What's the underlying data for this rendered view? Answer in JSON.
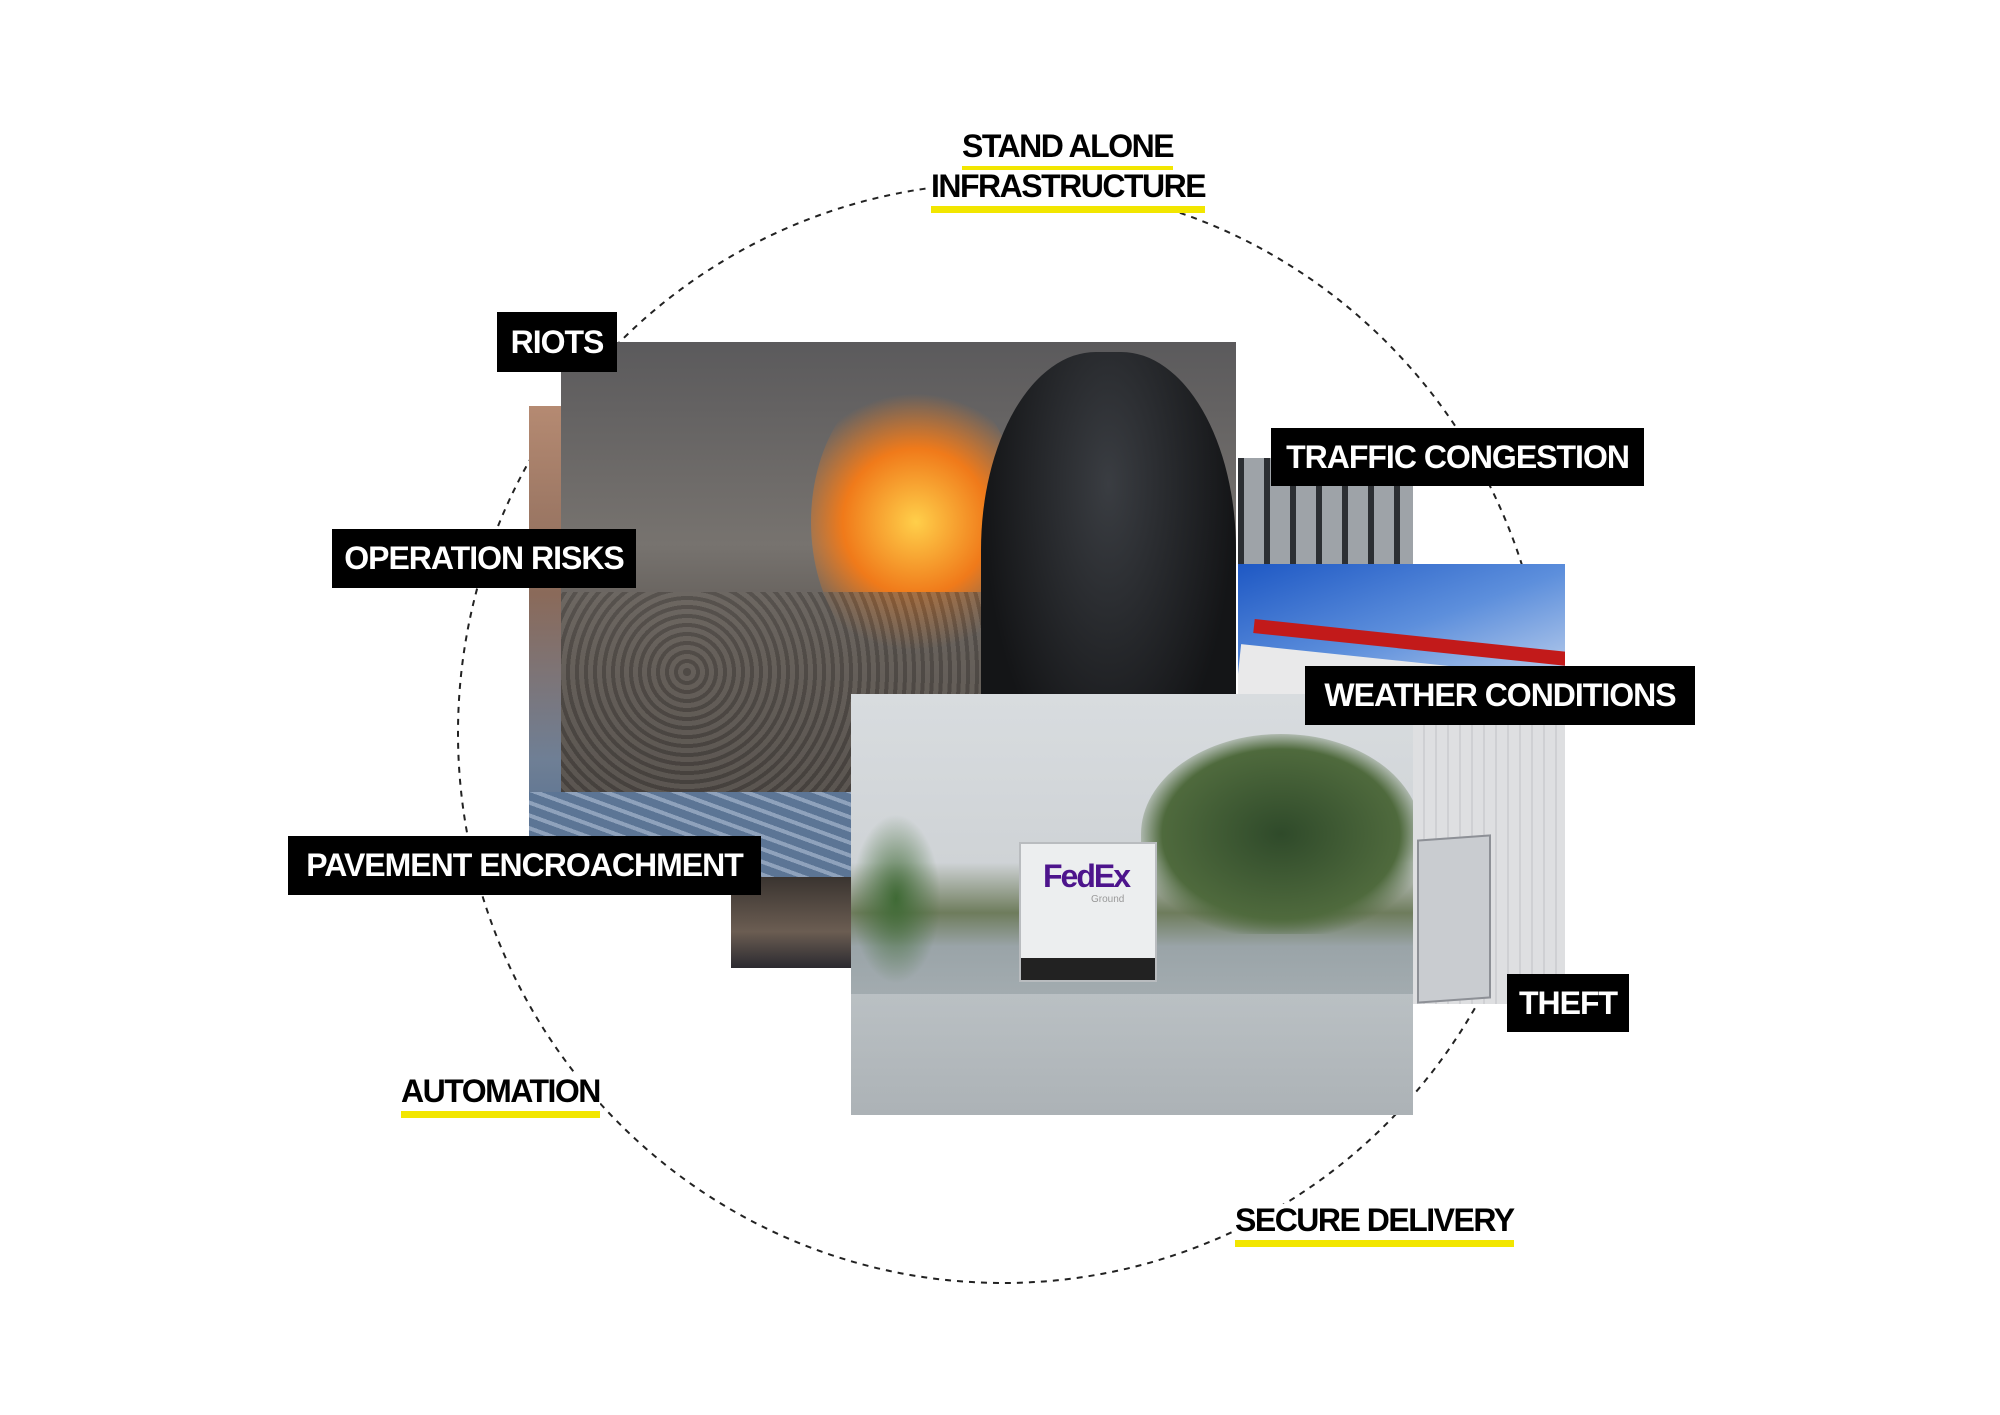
{
  "colors": {
    "accent_underline": "#f2e600",
    "tag_bg": "#000000",
    "tag_text": "#ffffff"
  },
  "cycle_labels": {
    "stand_alone_line1": "STAND ALONE",
    "stand_alone_line2": "INFRASTRUCTURE",
    "automation": "AUTOMATION",
    "secure_delivery": "SECURE DELIVERY"
  },
  "risk_tags": {
    "riots": "RIOTS",
    "operation_risks": "OPERATION RISKS",
    "traffic_congestion": "TRAFFIC CONGESTION",
    "weather_conditions": "WEATHER CONDITIONS",
    "pavement_encroachment": "PAVEMENT ENCROACHMENT",
    "theft": "THEFT"
  },
  "photo_logos": {
    "truck_logo": "FedEx",
    "truck_logo_sub": "Ground"
  }
}
